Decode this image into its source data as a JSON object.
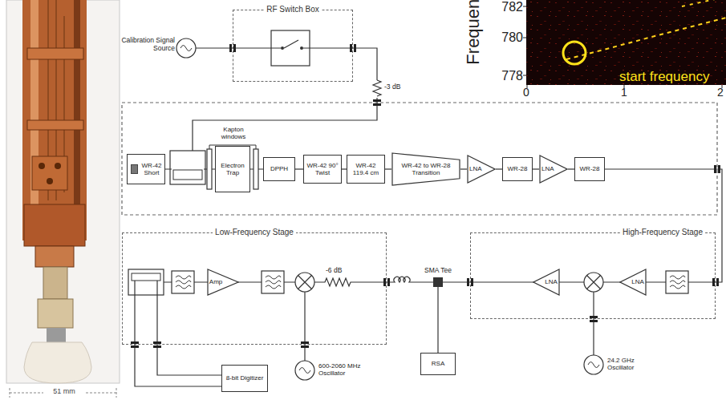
{
  "diagram": {
    "nodes": [
      {
        "text": [
          "RF Switch Box"
        ]
      },
      {
        "text": [
          "WR-42 Short"
        ]
      },
      {
        "text": [
          "Electron Trap"
        ]
      },
      {
        "text": [
          "DPPH"
        ]
      },
      {
        "text": [
          "WR-42 90° Twist"
        ]
      },
      {
        "text": [
          "WR-42 119.4 cm"
        ]
      },
      {
        "text": [
          "WR-42 to WR-28 Transition"
        ]
      },
      {
        "text": [
          "LNA"
        ]
      },
      {
        "text": [
          "WR-28"
        ]
      },
      {
        "text": [
          "LNA"
        ]
      },
      {
        "text": [
          "WR-28"
        ]
      },
      {
        "text": [
          "Low-Frequency Stage"
        ]
      },
      {
        "text": [
          "Amp"
        ],
        "in": 11
      },
      {
        "text": [
          "High-Frequency Stage"
        ]
      },
      {
        "text": [
          "LNA"
        ],
        "in": 13
      },
      {
        "text": [
          "LNA"
        ],
        "in": 13
      },
      {
        "text": [
          "8-bit Digitizer"
        ]
      },
      {
        "text": [
          "RSA"
        ]
      }
    ],
    "edges": [
      {
        "from": 3,
        "to": 4,
        "arrow": "none"
      },
      {
        "from": 4,
        "to": 5,
        "arrow": "none"
      },
      {
        "from": 5,
        "to": 6,
        "arrow": "none"
      },
      {
        "from": 6,
        "to": 7,
        "arrow": "none"
      },
      {
        "from": 7,
        "to": 8,
        "arrow": "none"
      },
      {
        "from": 8,
        "to": 9,
        "arrow": "none"
      },
      {
        "from": 9,
        "to": 10,
        "arrow": "none"
      }
    ],
    "labels": [
      "Calibration Signal Source",
      "-3 dB",
      "Kapton windows",
      "SMA Tee",
      "-6 dB",
      "600-2060 MHz Oscillator",
      "24.2 GHz Oscillator",
      "51 mm",
      "Frequen",
      "782",
      "780",
      "778",
      "0",
      "1",
      "2",
      "start frequency"
    ]
  }
}
